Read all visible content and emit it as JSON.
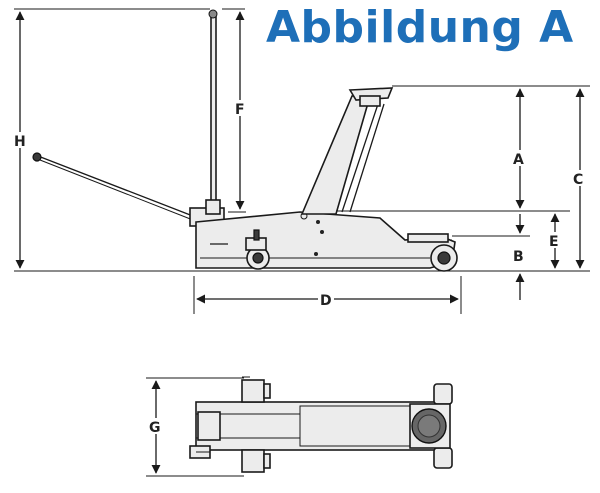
{
  "header": {
    "title": "Abbildung A"
  },
  "dimensions": {
    "A": "A",
    "B": "B",
    "C": "C",
    "D": "D",
    "E": "E",
    "F": "F",
    "G": "G",
    "H": "H"
  },
  "colors": {
    "title": "#1e6fb8",
    "lines": "#1a1a1a",
    "body": "#ececec"
  }
}
